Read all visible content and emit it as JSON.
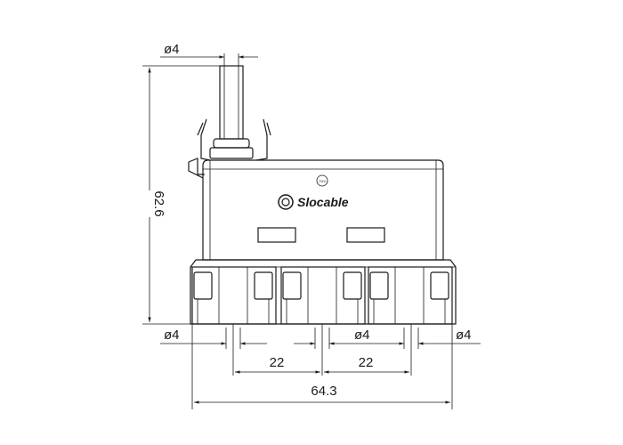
{
  "drawing": {
    "brand": "Slocable",
    "cert_mark": "TÜV",
    "dimensions": {
      "pin_diameter_top": "ø4",
      "height": "62.6",
      "pin_diameter_left": "ø4",
      "pin_diameter_middle": "ø4",
      "pin_diameter_right": "ø4",
      "spacing_left": "22",
      "spacing_right": "22",
      "total_width": "64.3"
    }
  }
}
